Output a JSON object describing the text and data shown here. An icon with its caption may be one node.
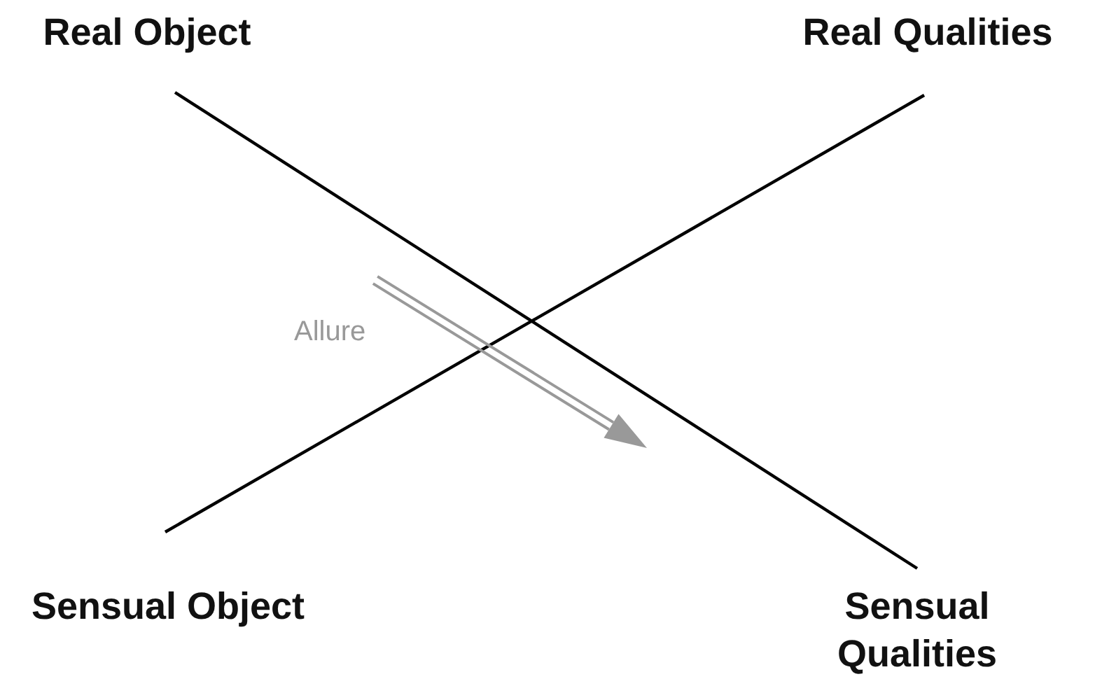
{
  "diagram": {
    "nodes": [
      {
        "text": [
          "Real Object"
        ]
      },
      {
        "text": [
          "Real Qualities"
        ]
      },
      {
        "text": [
          "Sensual Object"
        ]
      },
      {
        "text": [
          "Sensual Qualities"
        ]
      }
    ],
    "edges": [
      {
        "from": 0,
        "to": 3,
        "arrow": "none"
      },
      {
        "from": 2,
        "to": 1,
        "arrow": "none"
      }
    ],
    "labels": [
      "Allure"
    ]
  }
}
